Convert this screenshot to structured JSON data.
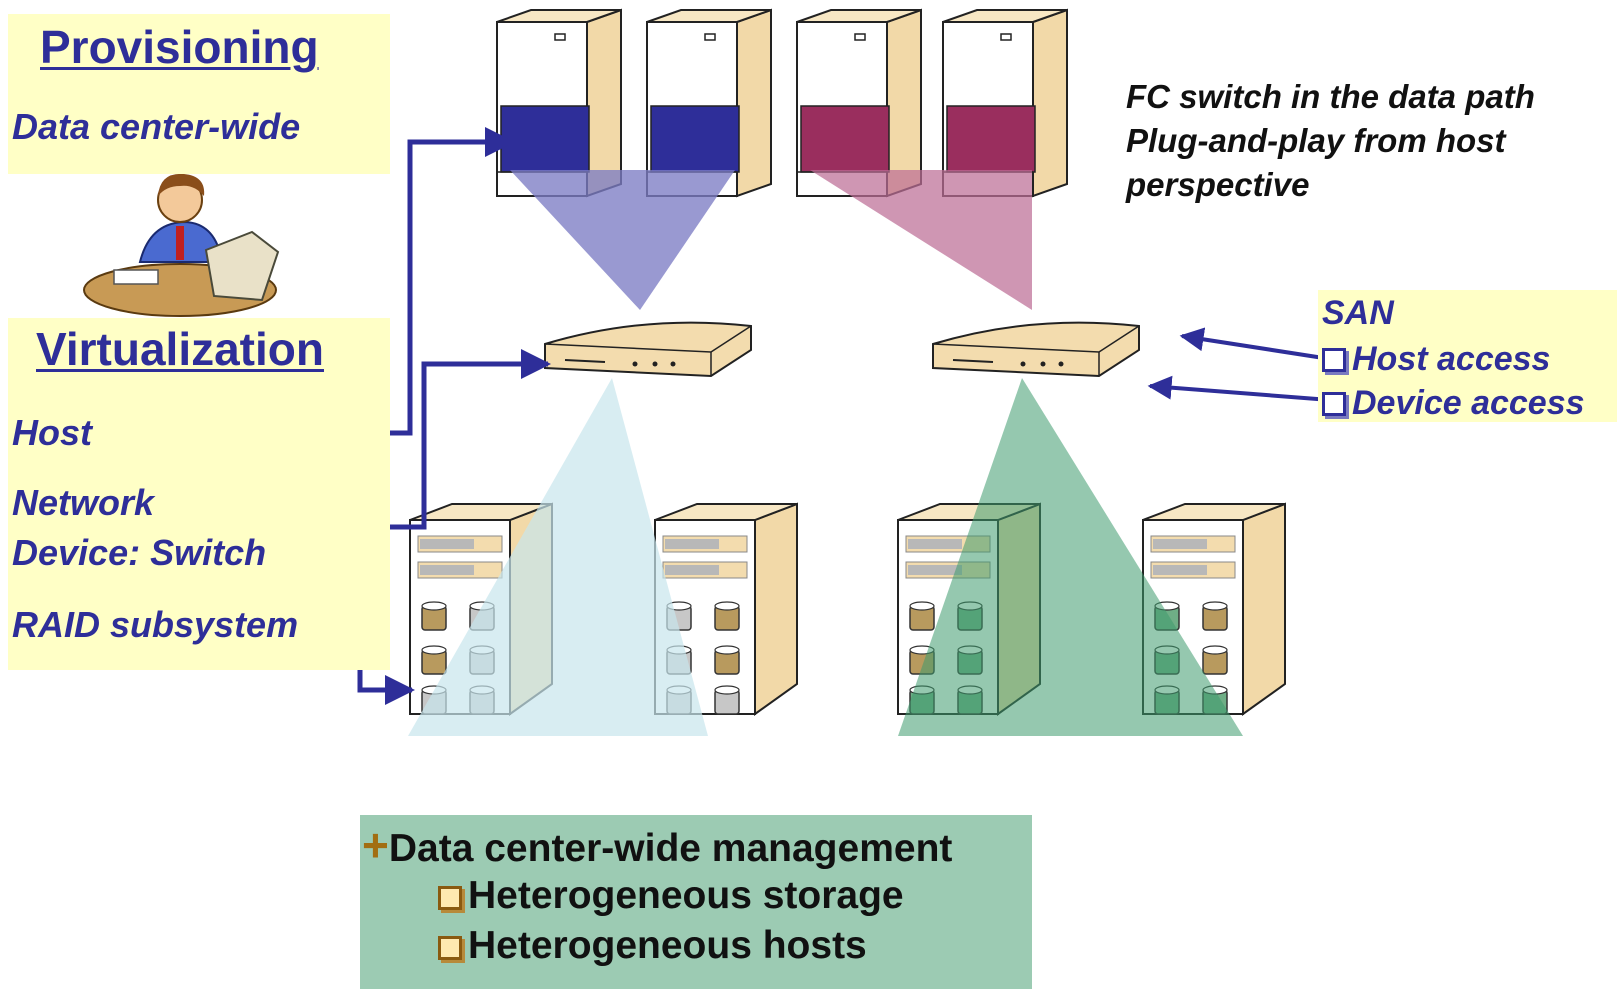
{
  "left_panel": {
    "provisioning_title": "Provisioning",
    "provisioning_scope": "Data center-wide",
    "virtualization_title": "Virtualization",
    "levels": {
      "host": "Host",
      "network_line1": "Network",
      "network_line2": "Device: Switch",
      "raid": "RAID subsystem"
    }
  },
  "fc_note": {
    "line1": "FC switch in the data path",
    "line2": "Plug-and-play from host",
    "line3": "perspective"
  },
  "san_panel": {
    "title": "SAN",
    "items": [
      "Host access",
      "Device access"
    ]
  },
  "management_box": {
    "title": "Data center-wide management",
    "items": [
      "Heterogeneous storage",
      "Heterogeneous hosts"
    ]
  },
  "colors": {
    "label_blue": "#2e2e99",
    "panel_yellow": "#ffffc6",
    "management_green": "#9ccbb3",
    "host_card_blue": "#2e2e99",
    "host_card_magenta": "#9a2e5e",
    "cone_blue": "#7c7cc4",
    "cone_magenta": "#bd6e96",
    "cone_lightblue": "#c8e6ec",
    "cone_green": "#3e9a6e",
    "cabinet_beige": "#f2d9a8"
  },
  "icons": {
    "person": "person-at-computer-icon",
    "server": "server-tower-icon",
    "switch": "fc-switch-icon",
    "raid": "raid-cabinet-icon",
    "checkbox": "checkbox-icon",
    "plus": "plus-icon"
  }
}
